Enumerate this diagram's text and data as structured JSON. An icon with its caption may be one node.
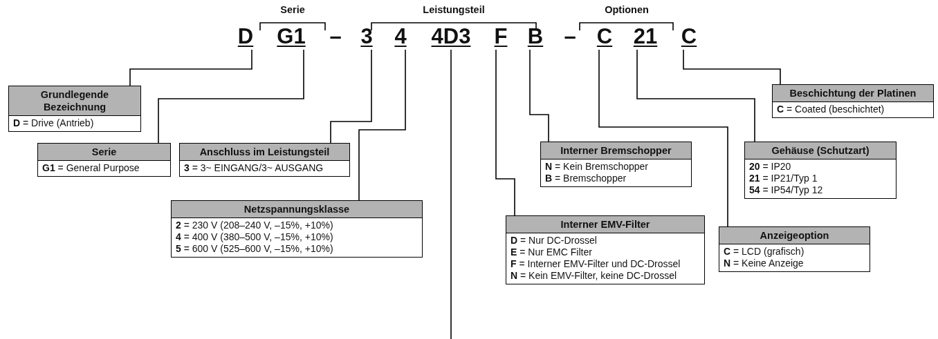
{
  "diagram": {
    "nodes": [
      {
        "text": [
          "D"
        ]
      },
      {
        "text": [
          "G1"
        ]
      },
      {
        "text": [
          "3"
        ]
      },
      {
        "text": [
          "4"
        ]
      },
      {
        "text": [
          "4D3"
        ]
      },
      {
        "text": [
          "F"
        ]
      },
      {
        "text": [
          "B"
        ]
      },
      {
        "text": [
          "C"
        ]
      },
      {
        "text": [
          "21"
        ]
      },
      {
        "text": [
          "C"
        ]
      },
      {
        "text": [
          "Grundlegende Bezeichnung",
          "**D** = Drive (Antrieb)"
        ]
      },
      {
        "text": [
          "Serie",
          "**G1** = General Purpose"
        ]
      },
      {
        "text": [
          "Anschluss im Leistungsteil",
          "**3** = 3~ EINGANG/3~ AUSGANG"
        ]
      },
      {
        "text": [
          "Netzspannungsklasse",
          "**2** = 230 V (208–240 V, –15%, +10%)",
          "**4** = 400 V (380–500 V, –15%, +10%)",
          "**5** = 600 V (525–600 V, –15%, +10%)"
        ]
      },
      {
        "text": [
          "Interner Bremschopper",
          "**N** = Kein Bremschopper",
          "**B** = Bremschopper"
        ]
      },
      {
        "text": [
          "Interner EMV-Filter",
          "**D** = Nur DC-Drossel",
          "**E** = Nur EMC Filter",
          "**F** = Interner EMV-Filter und DC-Drossel",
          "**N** = Kein EMV-Filter, keine DC-Drossel"
        ]
      },
      {
        "text": [
          "Gehäuse (Schutzart)",
          "**20** = IP20",
          "**21** = IP21/Typ 1",
          "**54** = IP54/Typ 12"
        ]
      },
      {
        "text": [
          "Anzeigeoption",
          "**C** = LCD (grafisch)",
          "**N** = Keine Anzeige"
        ]
      },
      {
        "text": [
          "Beschichtung der Platinen",
          "**C** = Coated (beschichtet)"
        ]
      }
    ],
    "edges": [
      {
        "from": 0,
        "to": 10,
        "arrow": "none"
      },
      {
        "from": 1,
        "to": 11,
        "arrow": "none"
      },
      {
        "from": 2,
        "to": 12,
        "arrow": "none"
      },
      {
        "from": 3,
        "to": 13,
        "arrow": "none"
      },
      {
        "from": 4,
        "to": null,
        "arrow": "none"
      },
      {
        "from": 5,
        "to": 15,
        "arrow": "none"
      },
      {
        "from": 6,
        "to": 14,
        "arrow": "none"
      },
      {
        "from": 7,
        "to": 17,
        "arrow": "none"
      },
      {
        "from": 8,
        "to": 16,
        "arrow": "none"
      },
      {
        "from": 9,
        "to": 18,
        "arrow": "none"
      }
    ],
    "labels": [
      "Serie",
      "Leistungsteil",
      "Optionen",
      "–",
      "–"
    ]
  }
}
